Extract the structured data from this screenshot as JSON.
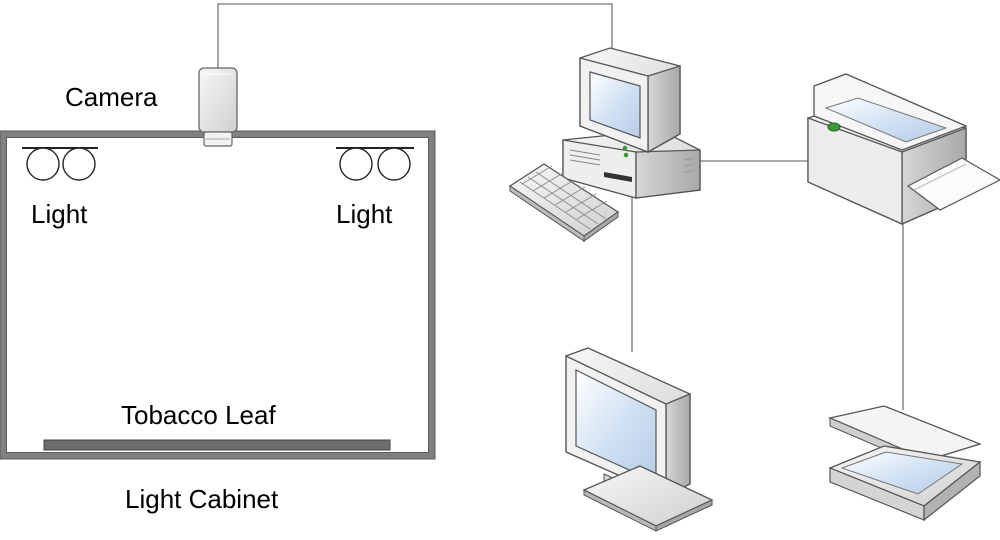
{
  "labels": {
    "camera": "Camera",
    "light_left": "Light",
    "light_right": "Light",
    "leaf": "Tobacco Leaf",
    "cabinet": "Light Cabinet"
  },
  "colors": {
    "cabinet_frame": "#808080",
    "leaf_bar": "#6e6e6e",
    "screen_blue": "#cfe0f3",
    "device_gray": "#e4e4e4",
    "wire": "#777777"
  },
  "icons": {
    "camera": "camera-icon",
    "computer": "desktop-computer-icon",
    "keyboard": "keyboard-icon",
    "printer": "printer-icon",
    "monitor": "monitor-icon",
    "scanner": "scanner-icon"
  }
}
